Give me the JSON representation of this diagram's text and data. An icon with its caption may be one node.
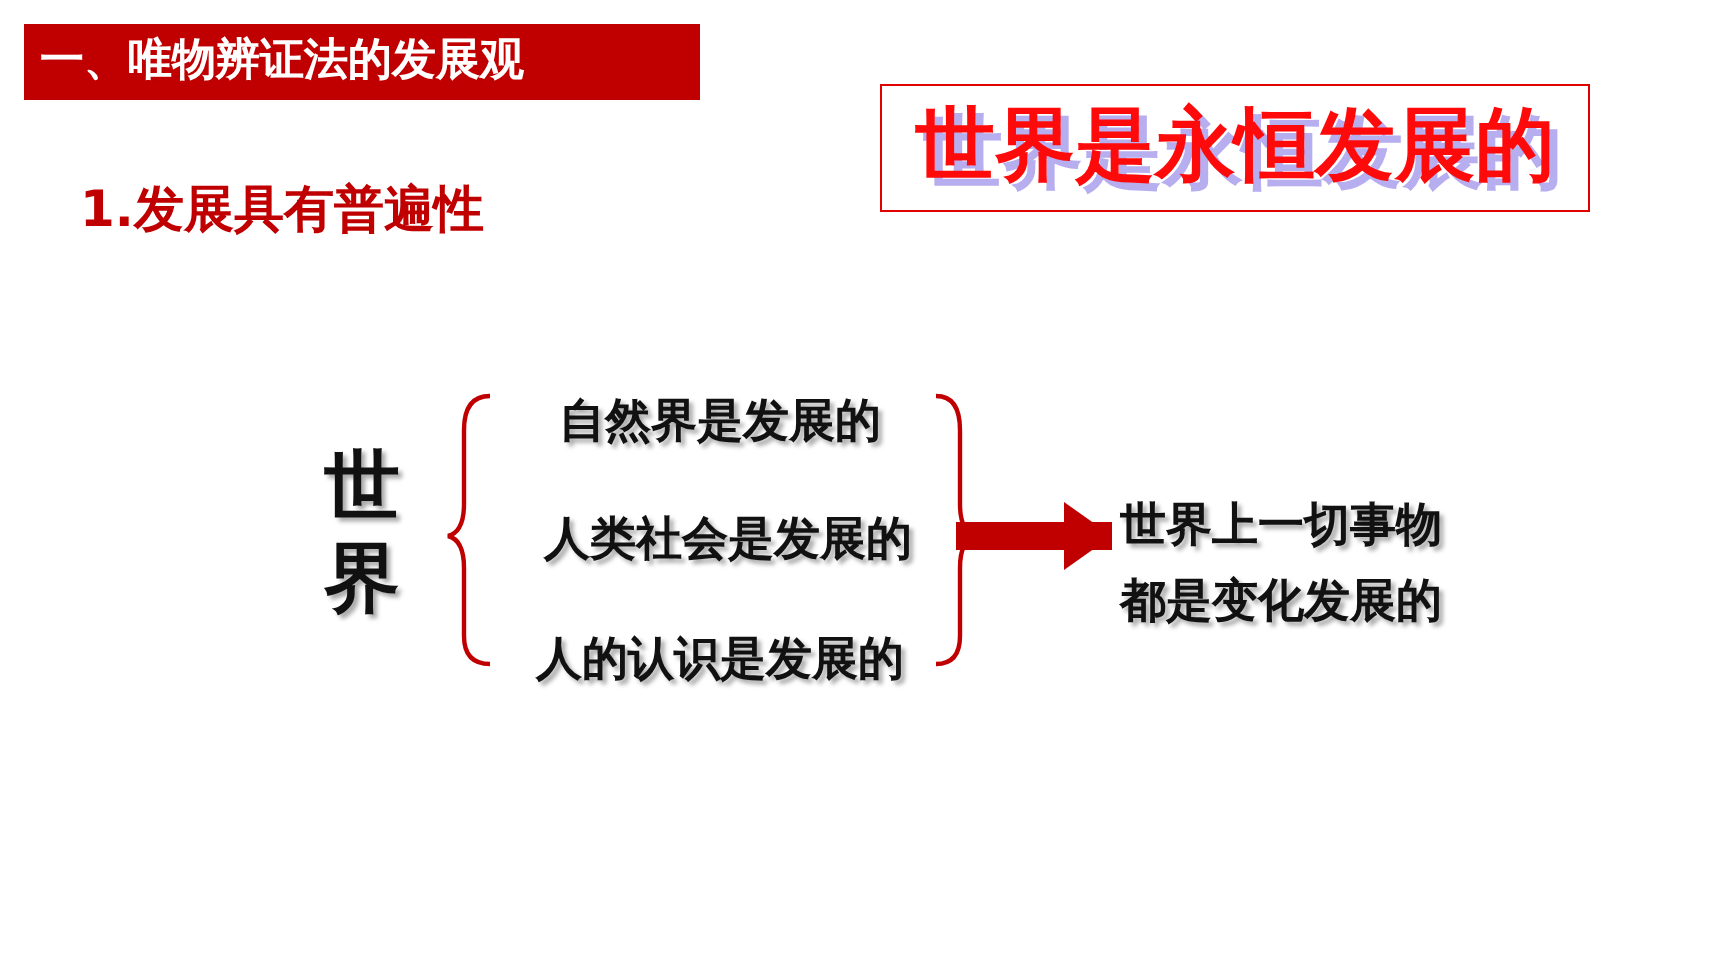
{
  "diagram": {
    "title": "一、唯物辨证法的发展观",
    "nodes": [
      {
        "text": [
          "世界是永恒发展的"
        ]
      },
      {
        "text": [
          "世界"
        ]
      },
      {
        "text": [
          "自然界是发展的"
        ]
      },
      {
        "text": [
          "人类社会是发展的"
        ]
      },
      {
        "text": [
          "人的认识是发展的"
        ]
      },
      {
        "text": [
          "世界上一切事物都是变化发展的"
        ]
      }
    ],
    "edges": [
      {
        "from": 3,
        "to": 5,
        "arrow": "to"
      }
    ],
    "labels": [
      "1.发展具有普遍性"
    ]
  }
}
